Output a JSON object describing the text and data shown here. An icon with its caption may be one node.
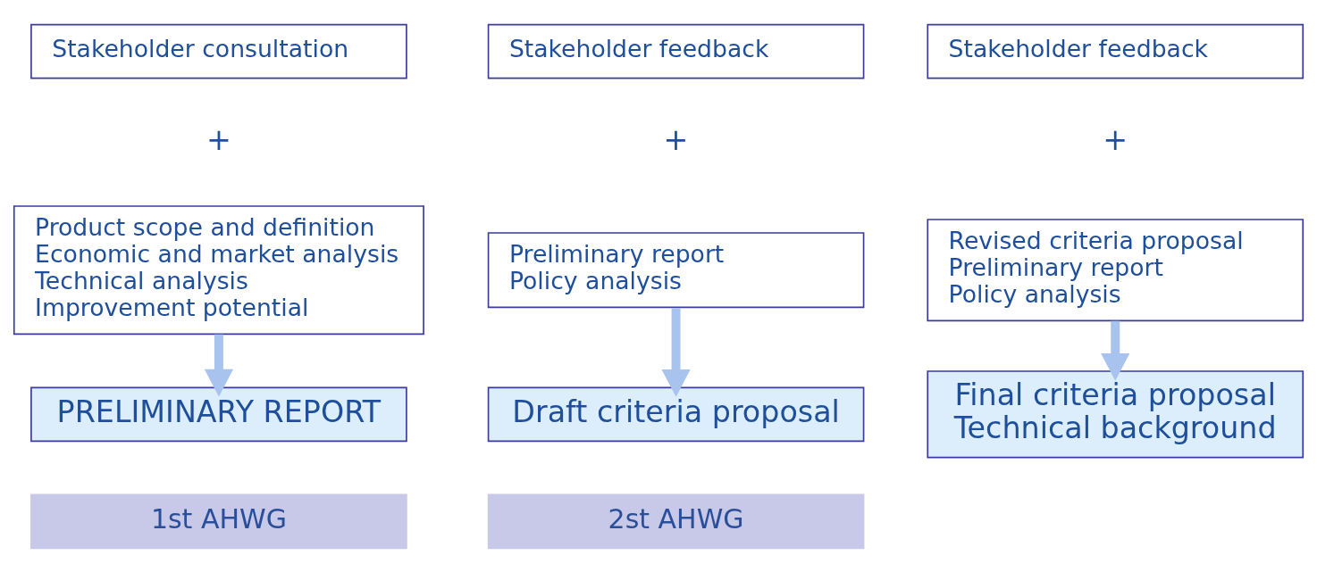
{
  "diagram": {
    "nodes": [
      {
        "text": [
          "Stakeholder consultation"
        ]
      },
      {
        "text": [
          "Product scope and definition",
          "Economic and market analysis",
          "Technical analysis",
          "Improvement potential"
        ]
      },
      {
        "text": [
          "Stakeholder feedback"
        ]
      },
      {
        "text": [
          "Preliminary report",
          "Policy analysis"
        ]
      },
      {
        "text": [
          "Stakeholder feedback"
        ]
      },
      {
        "text": [
          "Revised criteria proposal",
          "Preliminary report",
          "Policy analysis"
        ]
      },
      {
        "text": [
          "PRELIMINARY REPORT"
        ]
      },
      {
        "text": [
          "Draft criteria proposal"
        ]
      },
      {
        "text": [
          "Final criteria proposal",
          "Technical background"
        ]
      }
    ],
    "edges": [
      {
        "from": 1,
        "to": 6,
        "arrow": "to"
      },
      {
        "from": 3,
        "to": 7,
        "arrow": "to"
      },
      {
        "from": 5,
        "to": 8,
        "arrow": "to"
      }
    ],
    "labels": [
      "+",
      "+",
      "+",
      "1st AHWG",
      "2st AHWG"
    ]
  }
}
